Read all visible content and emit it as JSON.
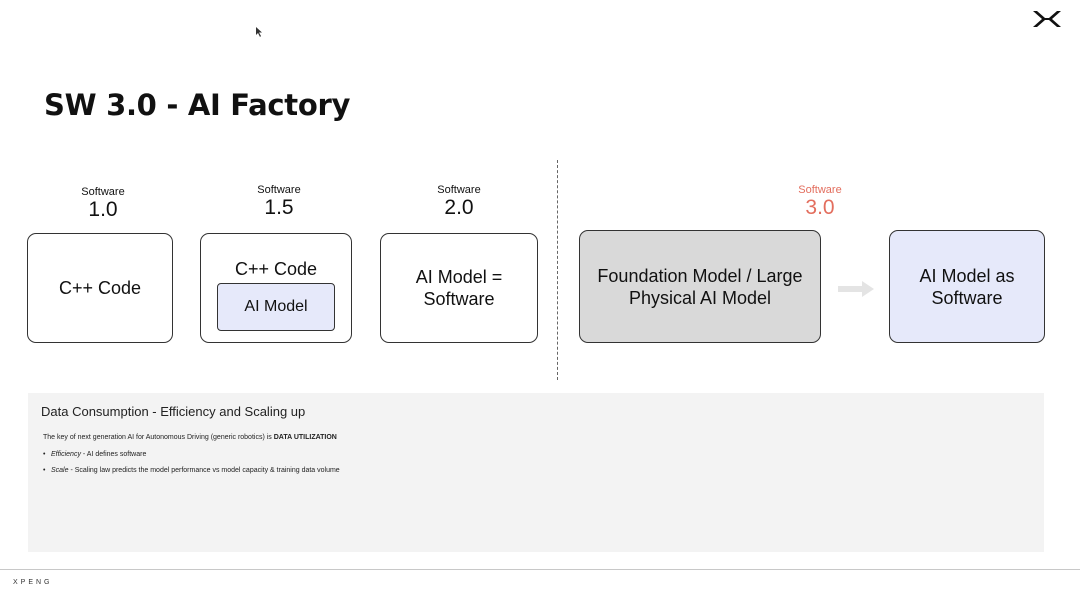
{
  "slide": {
    "title": "SW 3.0 - AI Factory",
    "brand": "XPENG"
  },
  "versions": [
    {
      "label": "Software",
      "number": "1.0",
      "box_text": "C++ Code"
    },
    {
      "label": "Software",
      "number": "1.5",
      "code_text": "C++ Code",
      "inner_text": "AI Model"
    },
    {
      "label": "Software",
      "number": "2.0",
      "box_text": "AI Model = Software"
    },
    {
      "label": "Software",
      "number": "3.0",
      "box_text": "Foundation Model / Large Physical AI Model",
      "result_text": "AI Model as Software"
    }
  ],
  "panel": {
    "title": "Data Consumption - Efficiency and Scaling up",
    "key_prefix": "The key of next generation AI for Autonomous Driving (generic robotics) is ",
    "key_bold": "DATA UTILIZATION",
    "bullets": [
      {
        "term": "Efficiency",
        "text": " - AI defines software"
      },
      {
        "term": "Scale",
        "text": " - Scaling law predicts the model performance vs model capacity & training data volume"
      }
    ]
  },
  "colors": {
    "accent_red": "#e36e5e",
    "gray_box": "#d9d9d9",
    "lavender_box": "#e6e9fa",
    "panel_bg": "#f3f3f3"
  },
  "icons": {
    "logo": "xpeng-logo-icon",
    "cursor": "mouse-cursor-icon",
    "arrow": "right-arrow-icon"
  }
}
